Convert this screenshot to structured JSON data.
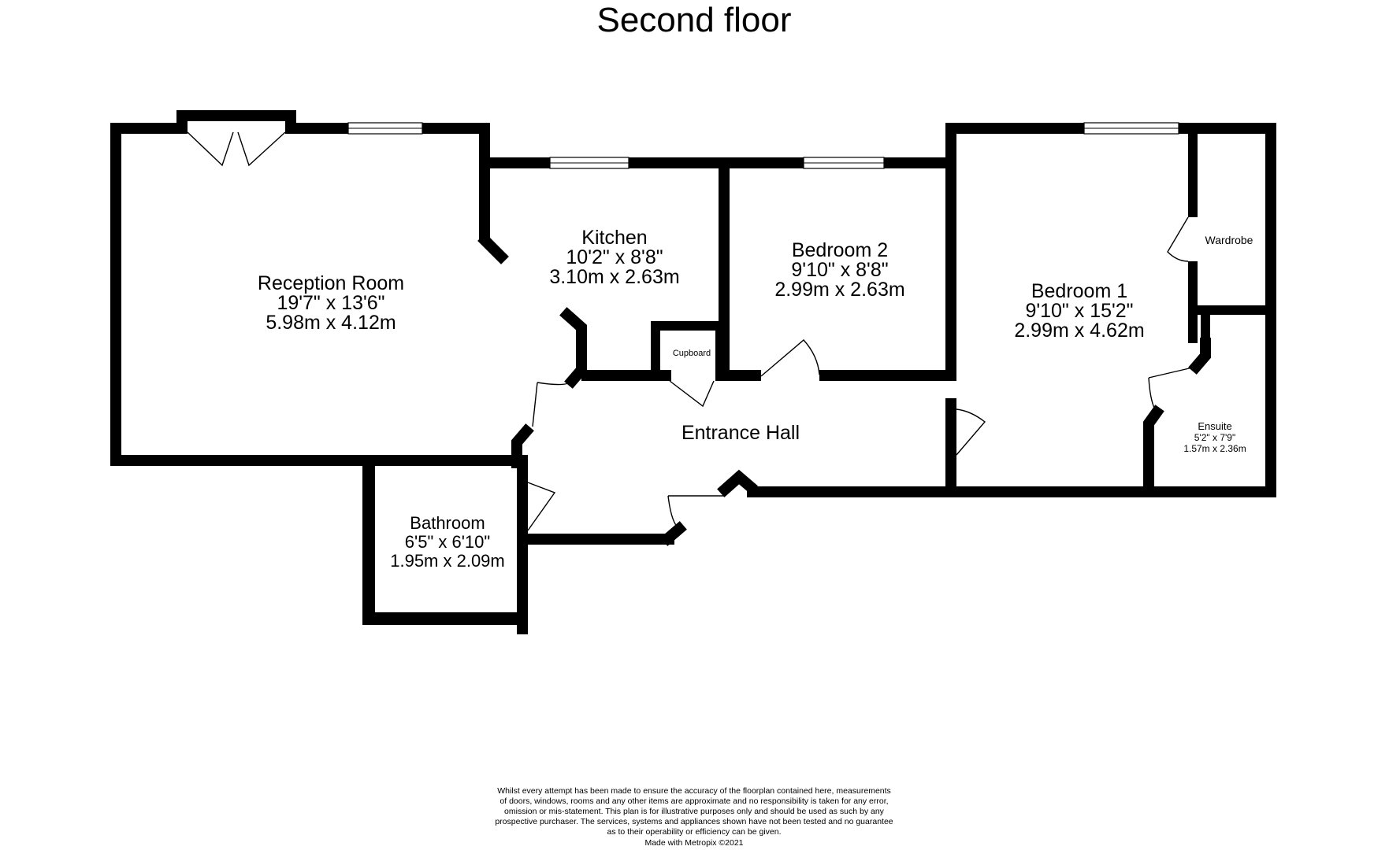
{
  "title": "Second floor",
  "rooms": {
    "reception": {
      "name": "Reception Room",
      "imperial": "19'7\"  x 13'6\"",
      "metric": "5.98m  x 4.12m"
    },
    "kitchen": {
      "name": "Kitchen",
      "imperial": "10'2\"  x 8'8\"",
      "metric": "3.10m  x 2.63m"
    },
    "bedroom2": {
      "name": "Bedroom 2",
      "imperial": "9'10\"  x 8'8\"",
      "metric": "2.99m  x 2.63m"
    },
    "bedroom1": {
      "name": "Bedroom 1",
      "imperial": "9'10\"  x 15'2\"",
      "metric": "2.99m  x 4.62m"
    },
    "wardrobe": {
      "name": "Wardrobe"
    },
    "cupboard": {
      "name": "Cupboard"
    },
    "entrance_hall": {
      "name": "Entrance Hall"
    },
    "ensuite": {
      "name": "Ensuite",
      "imperial": "5'2\"  x 7'9\"",
      "metric": "1.57m  x 2.36m"
    },
    "bathroom": {
      "name": "Bathroom",
      "imperial": "6'5\"  x 6'10\"",
      "metric": "1.95m  x 2.09m"
    }
  },
  "disclaimer": [
    "Whilst every attempt has been made to ensure the accuracy of the floorplan contained here, measurements",
    "of doors, windows, rooms and any other items are approximate and no responsibility is taken for any error,",
    "omission or mis-statement. This plan is for illustrative purposes only and should be used as such by any",
    "prospective purchaser. The services, systems and appliances shown have not been tested and no guarantee",
    "as to their operability or efficiency can be given.",
    "Made with Metropix ©2021"
  ]
}
